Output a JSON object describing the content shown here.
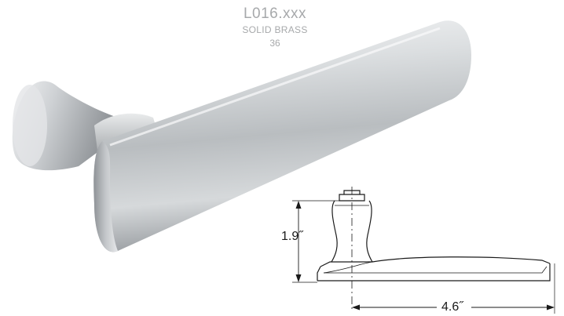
{
  "product": {
    "code": "L016.xxx",
    "material": "SOLID BRASS",
    "finish": "36"
  },
  "dimensions": {
    "height": "1.9˝",
    "length": "4.6˝"
  },
  "colors": {
    "label_gray": "#a7a9ab",
    "metal_light": "#e8eaec",
    "metal_dark": "#8e9296",
    "line": "#1a1a1a"
  }
}
